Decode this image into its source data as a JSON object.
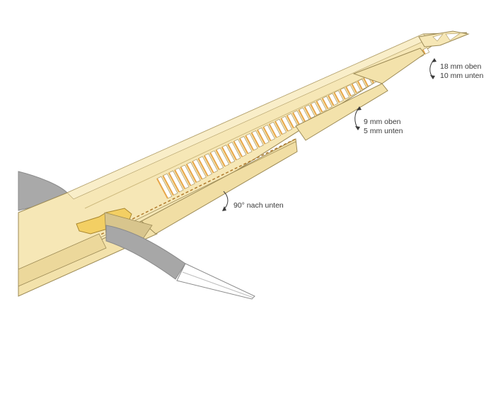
{
  "diagram": {
    "annotations": {
      "tip": {
        "line1": "18 mm oben",
        "line2": "10 mm unten"
      },
      "mid": {
        "line1": "9 mm oben",
        "line2": "5 mm unten"
      },
      "root": {
        "line1": "90° nach unten"
      }
    },
    "colors": {
      "wood": "#f6e7b6",
      "wood_dark": "#e8d398",
      "outline": "#9c8a55",
      "rib_orange": "#e7a64a",
      "servo_yellow": "#f3cf63",
      "fuselage_grey": "#a7a7a7"
    }
  }
}
